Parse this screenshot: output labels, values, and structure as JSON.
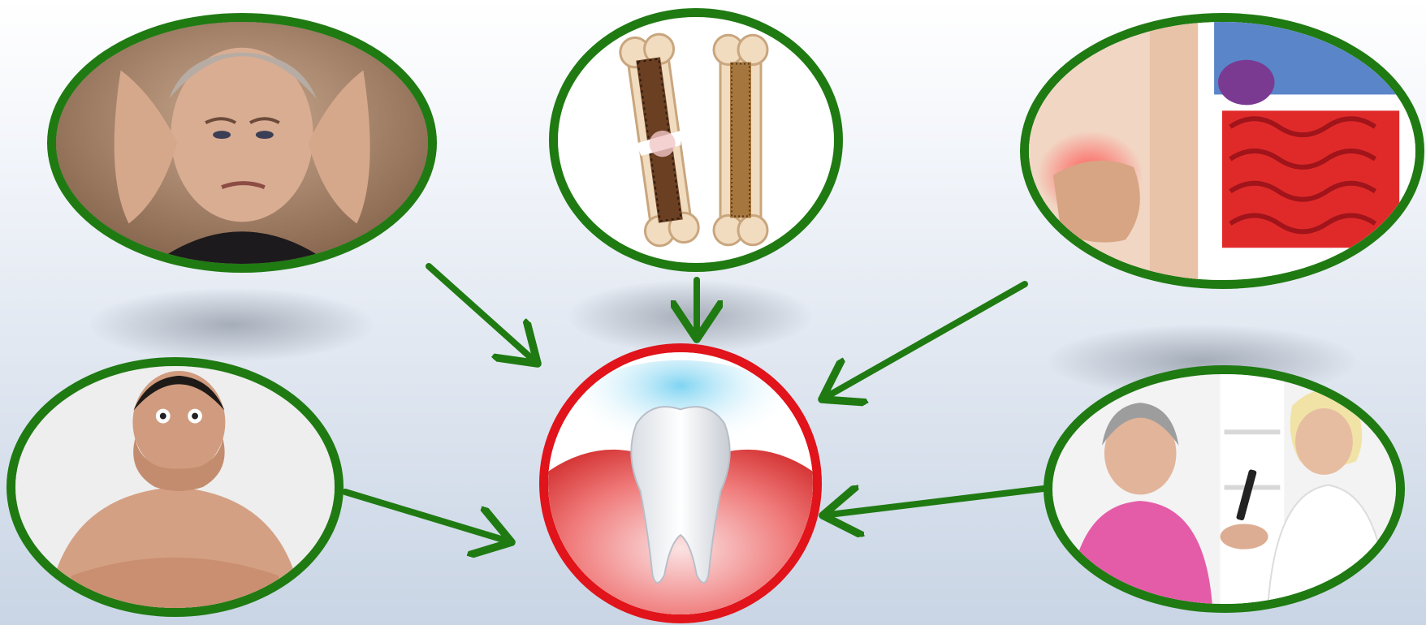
{
  "diagram": {
    "center": {
      "label": "",
      "subject": "tooth-gum-icon",
      "ring_color": "#e0141a"
    },
    "nodes": [
      {
        "id": "stress",
        "subject": "woman-headache-illustration",
        "ring_color": "#1f7a12"
      },
      {
        "id": "bones",
        "subject": "bone-fracture-illustration",
        "ring_color": "#1f7a12"
      },
      {
        "id": "digestive",
        "subject": "intestines-pain-illustration",
        "ring_color": "#1f7a12"
      },
      {
        "id": "fear",
        "subject": "frightened-man-illustration",
        "ring_color": "#1f7a12"
      },
      {
        "id": "diabetes",
        "subject": "blood-glucose-test-illustration",
        "ring_color": "#1f7a12"
      }
    ],
    "arrow_color": "#1f7a12",
    "connections": [
      {
        "from": "stress",
        "to": "center"
      },
      {
        "from": "bones",
        "to": "center"
      },
      {
        "from": "digestive",
        "to": "center"
      },
      {
        "from": "fear",
        "to": "center"
      },
      {
        "from": "diabetes",
        "to": "center"
      }
    ]
  }
}
